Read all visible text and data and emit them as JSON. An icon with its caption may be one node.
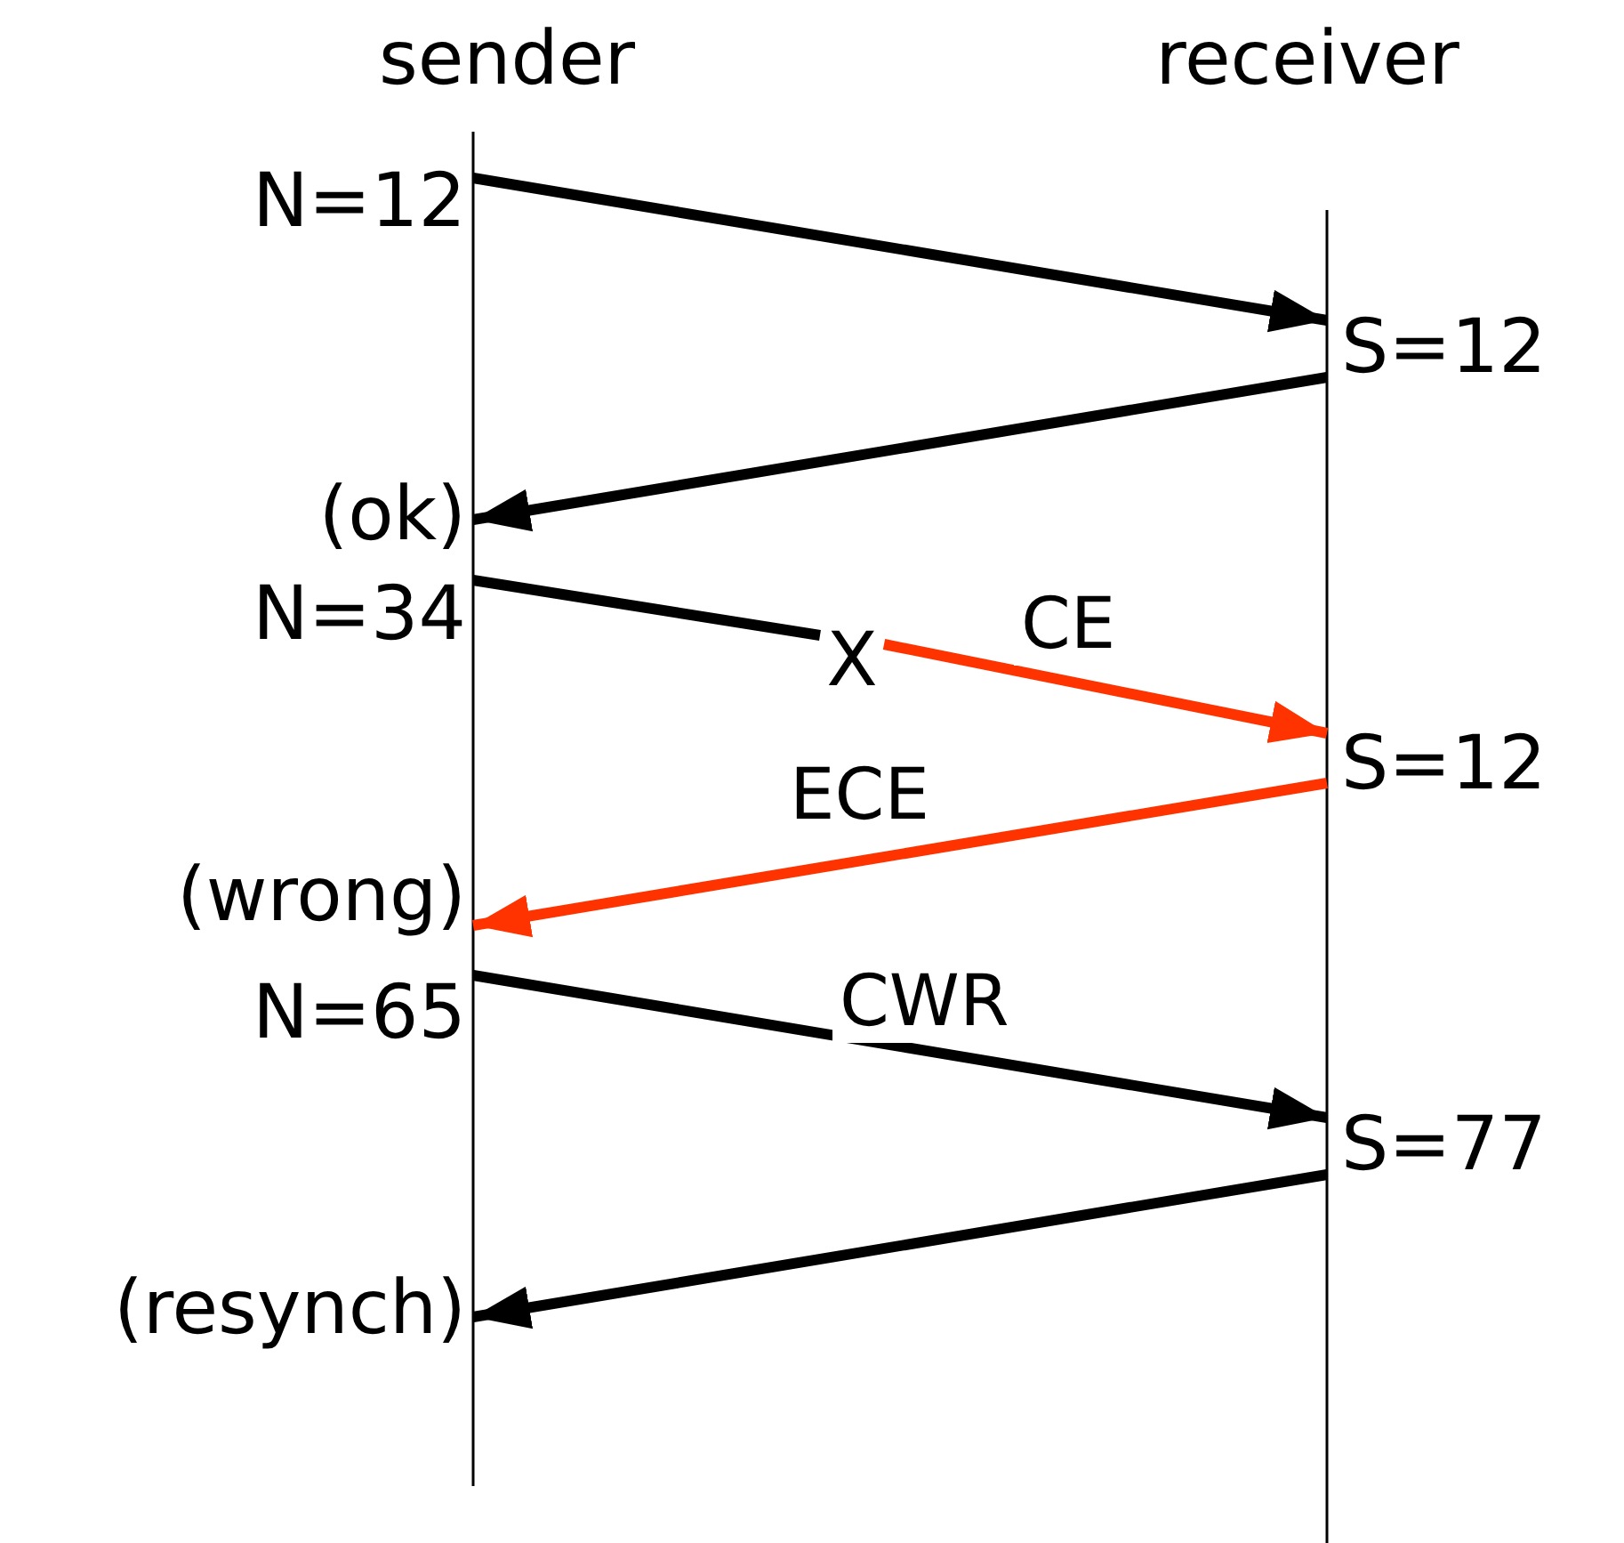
{
  "diagram": {
    "nodes": [
      {
        "text": [
          "sender"
        ]
      },
      {
        "text": [
          "receiver"
        ]
      },
      {
        "text": [
          "N=12"
        ]
      },
      {
        "text": [
          "S=12"
        ]
      },
      {
        "text": [
          "(ok)"
        ]
      },
      {
        "text": [
          "N=34"
        ]
      },
      {
        "text": [
          "X"
        ]
      },
      {
        "text": [
          "S=12"
        ]
      },
      {
        "text": [
          "(wrong)"
        ]
      },
      {
        "text": [
          "N=65"
        ]
      },
      {
        "text": [
          "S=77"
        ]
      },
      {
        "text": [
          "(resynch)"
        ]
      }
    ],
    "edges": [
      {
        "from": 2,
        "to": 3,
        "arrow": "to"
      },
      {
        "from": 3,
        "to": 4,
        "arrow": "to"
      },
      {
        "from": 5,
        "to": 6,
        "arrow": "none"
      },
      {
        "from": 6,
        "to": 7,
        "arrow": "to",
        "label": "CE",
        "color": "#ff3300"
      },
      {
        "from": 7,
        "to": 8,
        "arrow": "to",
        "label": "ECE",
        "color": "#ff3300"
      },
      {
        "from": 9,
        "to": 10,
        "arrow": "to",
        "label": "CWR"
      },
      {
        "from": 10,
        "to": 11,
        "arrow": "to"
      }
    ]
  }
}
